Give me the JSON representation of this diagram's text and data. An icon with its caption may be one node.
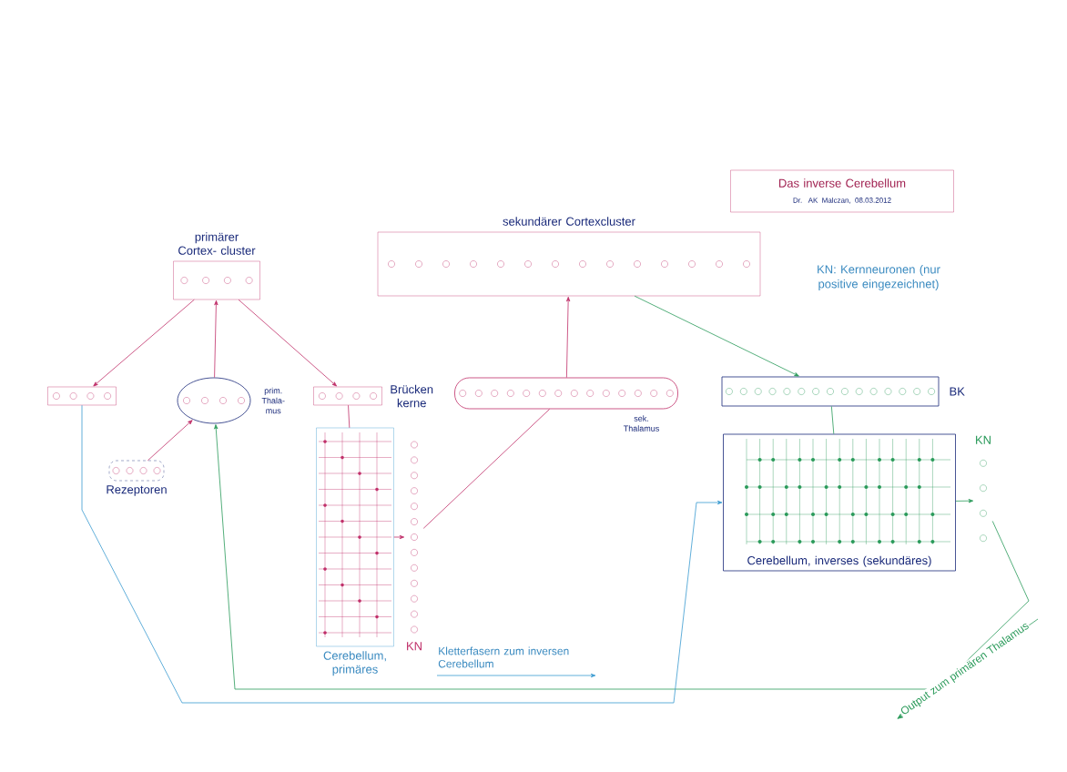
{
  "diagram": {
    "nodes": [
      {
        "text": [
          "Das inverse Cerebellum",
          "Dr. AK Malczan, 08.03.2012"
        ]
      },
      {
        "text": [
          "primärer Cortex- cluster"
        ]
      },
      {
        "text": [
          "sekundärer Cortexcluster"
        ]
      },
      {
        "text": [],
        "shape": "box"
      },
      {
        "text": [
          "prim. Thala- mus"
        ]
      },
      {
        "text": [
          "Rezeptoren"
        ]
      },
      {
        "text": [
          "Brücken kerne"
        ]
      },
      {
        "text": [
          "Cerebellum, primäres"
        ]
      },
      {
        "text": [
          "KN"
        ]
      },
      {
        "text": [
          "sek. Thalamus"
        ]
      },
      {
        "text": [
          "BK"
        ]
      },
      {
        "text": [
          "Cerebellum, inverses (sekundäres)"
        ]
      },
      {
        "text": [
          "KN"
        ]
      }
    ],
    "edges": [
      {
        "from": 1,
        "to": 3,
        "arrow": "to"
      },
      {
        "from": 1,
        "to": 6,
        "arrow": "to"
      },
      {
        "from": 4,
        "to": 1,
        "arrow": "to"
      },
      {
        "from": 5,
        "to": 4,
        "arrow": "to"
      },
      {
        "from": 6,
        "to": 7,
        "arrow": "none"
      },
      {
        "from": 7,
        "to": 8,
        "arrow": "to"
      },
      {
        "from": 8,
        "to": 9,
        "arrow": "none"
      },
      {
        "from": 9,
        "to": 2,
        "arrow": "to"
      },
      {
        "from": 2,
        "to": 10,
        "arrow": "to",
        "color": "#2a9a5a"
      },
      {
        "from": 10,
        "to": 11,
        "arrow": "none",
        "color": "#2a9a5a"
      },
      {
        "from": 11,
        "to": 12,
        "arrow": "to",
        "color": "#2a9a5a"
      },
      {
        "from": 12,
        "to": 4,
        "arrow": "to",
        "label": "Output zum primären Thalamus",
        "color": "#2a9a5a"
      },
      {
        "from": 3,
        "to": 11,
        "arrow": "to",
        "label": "Kletterfasern zum inversen Cerebellum",
        "color": "#3a9ad0"
      }
    ],
    "labels": [
      "KN: Kernneuronen (nur positive eingezeichnet)"
    ]
  }
}
